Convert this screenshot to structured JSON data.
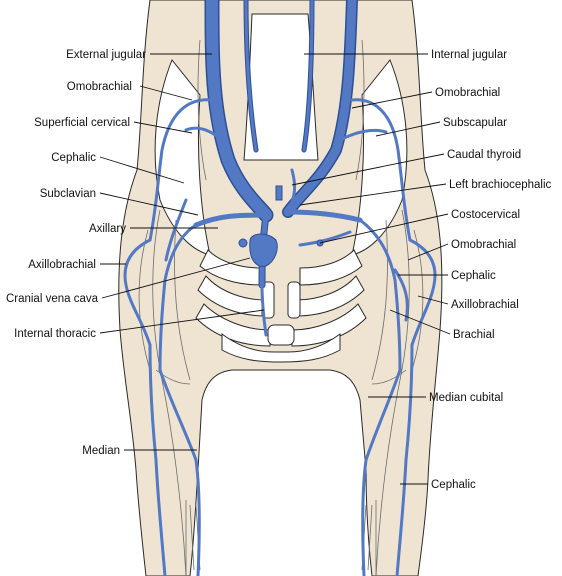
{
  "labels_left": [
    "External jugular",
    "Omobrachial",
    "Superficial cervical",
    "Cephalic",
    "Subclavian",
    "Axillary",
    "Axillobrachial",
    "Cranial vena cava",
    "Internal thoracic",
    "Median"
  ],
  "labels_right": [
    "Internal jugular",
    "Omobrachial",
    "Subscapular",
    "Caudal thyroid",
    "Left brachiocephalic",
    "Costocervical",
    "Omobrachial",
    "Cephalic",
    "Axillobrachial",
    "Brachial",
    "Median cubital",
    "Cephalic"
  ],
  "colors": {
    "vein": "#5378c4",
    "vein_outline": "#2d4f94",
    "skin": "#efe4d2",
    "bone": "#ffffff"
  }
}
